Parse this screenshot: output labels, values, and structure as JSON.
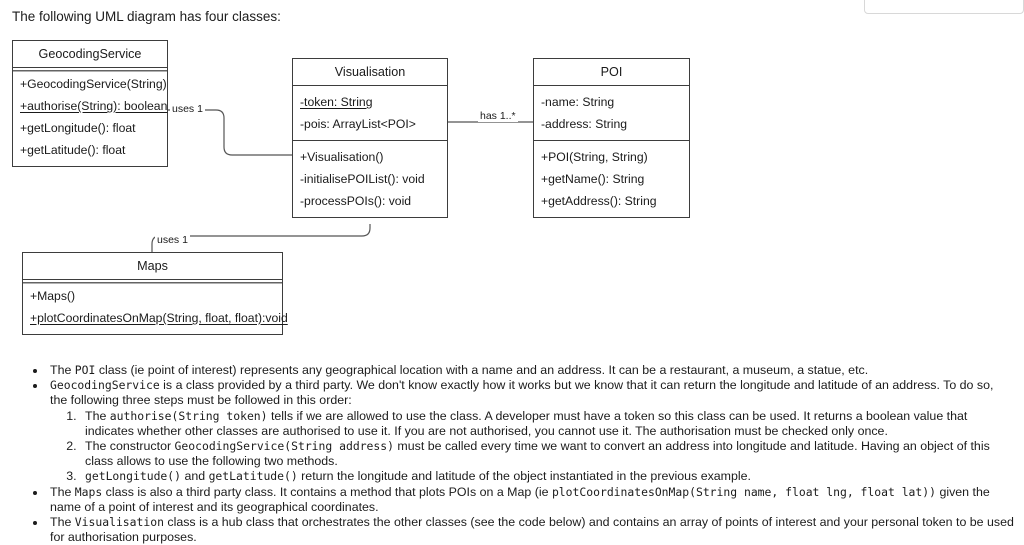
{
  "intro": "The following UML diagram has four classes:",
  "diagram": {
    "classes": {
      "geocodingservice": {
        "name": "GeocodingService",
        "attributes": [],
        "methods": [
          {
            "text": "+GeocodingService(String)",
            "underline": false
          },
          {
            "text": "+authorise(String): boolean",
            "underline": true
          },
          {
            "text": "+getLongitude(): float",
            "underline": false
          },
          {
            "text": "+getLatitude(): float",
            "underline": false
          }
        ]
      },
      "visualisation": {
        "name": "Visualisation",
        "attributes": [
          {
            "text": "-token: String",
            "underline": true
          },
          {
            "text": "-pois: ArrayList<POI>",
            "underline": false
          }
        ],
        "methods": [
          {
            "text": "+Visualisation()",
            "underline": false
          },
          {
            "text": "-initialisePOIList(): void",
            "underline": false
          },
          {
            "text": "-processPOIs(): void",
            "underline": false
          }
        ]
      },
      "poi": {
        "name": "POI",
        "attributes": [
          {
            "text": "-name: String",
            "underline": false
          },
          {
            "text": "-address: String",
            "underline": false
          }
        ],
        "methods": [
          {
            "text": "+POI(String, String)",
            "underline": false
          },
          {
            "text": "+getName(): String",
            "underline": false
          },
          {
            "text": "+getAddress(): String",
            "underline": false
          }
        ]
      },
      "maps": {
        "name": "Maps",
        "attributes": [],
        "methods": [
          {
            "text": "+Maps()",
            "underline": false
          },
          {
            "text": "+plotCoordinatesOnMap(String, float, float):void",
            "underline": true
          }
        ]
      }
    },
    "edges": {
      "geocoding_to_visualisation": "uses 1",
      "visualisation_to_poi": "has 1..*",
      "visualisation_to_maps": "uses 1"
    }
  },
  "description": {
    "bullet_poi": {
      "pre": "The ",
      "code": "POI",
      "post": " class (ie point of interest) represents any geographical location with a name and an address. It can be a restaurant, a museum, a statue, etc."
    },
    "bullet_geocoding": {
      "code": "GeocodingService",
      "post": " is a class provided by a third party. We don't know exactly how it works but we know that it can return the longitude and latitude of an address. To do so, the following three steps must be followed in this order:",
      "steps": {
        "step1": {
          "pre": "The ",
          "code": "authorise(String token)",
          "post": " tells if we are allowed to use the class. A developer must have a token so this class can be used. It returns a boolean value that indicates whether other classes are authorised to use it. If you are not authorised, you cannot use it. The authorisation must be checked only once."
        },
        "step2": {
          "pre": "The constructor ",
          "code": "GeocodingService(String address)",
          "post": " must be called every time we want to convert an address into longitude and latitude. Having an object of this class allows to use the following two methods."
        },
        "step3": {
          "code1": "getLongitude()",
          "mid": " and ",
          "code2": "getLatitude()",
          "post": " return the longitude and latitude of the object instantiated in the previous example."
        }
      }
    },
    "bullet_maps": {
      "pre": "The ",
      "code": "Maps",
      "mid": " class is also a third party class. It contains a method that plots POIs on a Map (ie ",
      "code2": "plotCoordinatesOnMap(String name, float lng, float lat))",
      "post": " given the name of a point of interest and its geographical coordinates."
    },
    "bullet_visualisation": {
      "pre": "The ",
      "code": "Visualisation",
      "post": " class  is a hub class that orchestrates the other classes (see the code below) and contains an array of points of interest and your personal token to be used for authorisation purposes."
    }
  }
}
